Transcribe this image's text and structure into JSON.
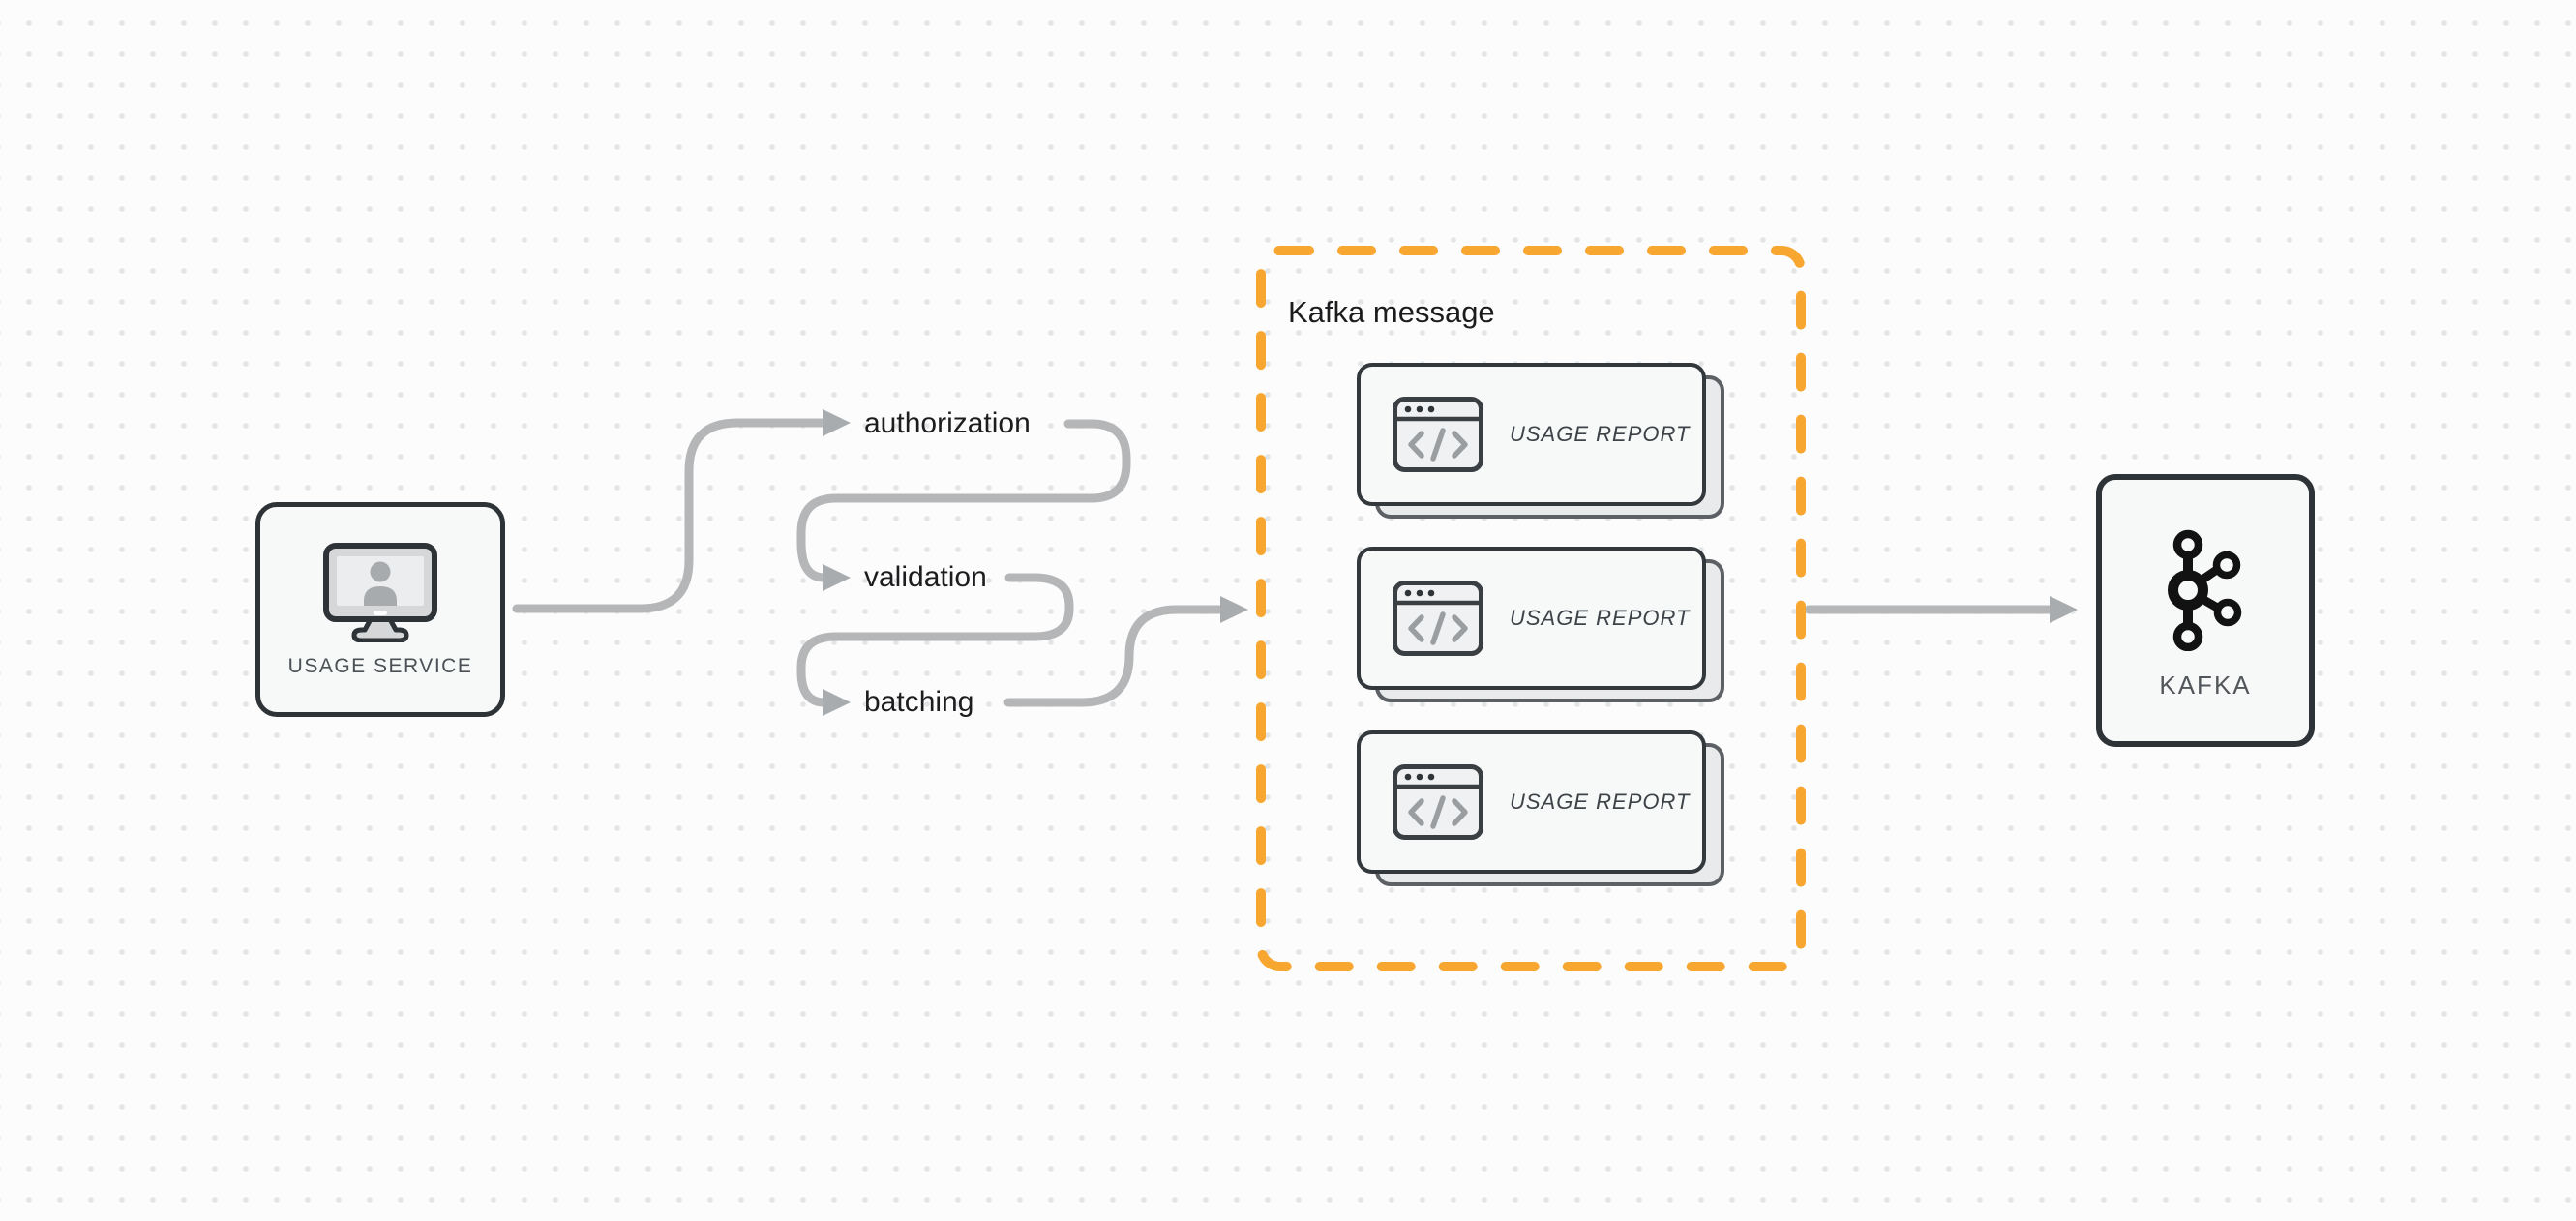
{
  "diagram": {
    "nodes": {
      "usage_service": {
        "label": "USAGE SERVICE",
        "icon": "user-monitor-icon"
      },
      "kafka": {
        "label": "KAFKA",
        "icon": "kafka-logo-icon"
      }
    },
    "steps": [
      {
        "label": "authorization"
      },
      {
        "label": "validation"
      },
      {
        "label": "batching"
      }
    ],
    "kafka_message": {
      "title": "Kafka message",
      "cards": [
        {
          "label": "USAGE REPORT",
          "icon": "code-window-icon"
        },
        {
          "label": "USAGE REPORT",
          "icon": "code-window-icon"
        },
        {
          "label": "USAGE REPORT",
          "icon": "code-window-icon"
        }
      ]
    },
    "edges": [
      {
        "from": "usage_service",
        "to": "authorization"
      },
      {
        "from": "authorization",
        "to": "validation"
      },
      {
        "from": "validation",
        "to": "batching"
      },
      {
        "from": "batching",
        "to": "kafka_message"
      },
      {
        "from": "kafka_message",
        "to": "kafka"
      }
    ],
    "colors": {
      "accent_orange": "#F7A62F",
      "connector_gray": "#B4B6B8",
      "arrowhead_gray": "#A9ACAE",
      "border_dark": "#2E3338",
      "node_fill": "#F7F8F8",
      "label_dark": "#1D1D1F",
      "label_muted": "#4B5055"
    }
  }
}
